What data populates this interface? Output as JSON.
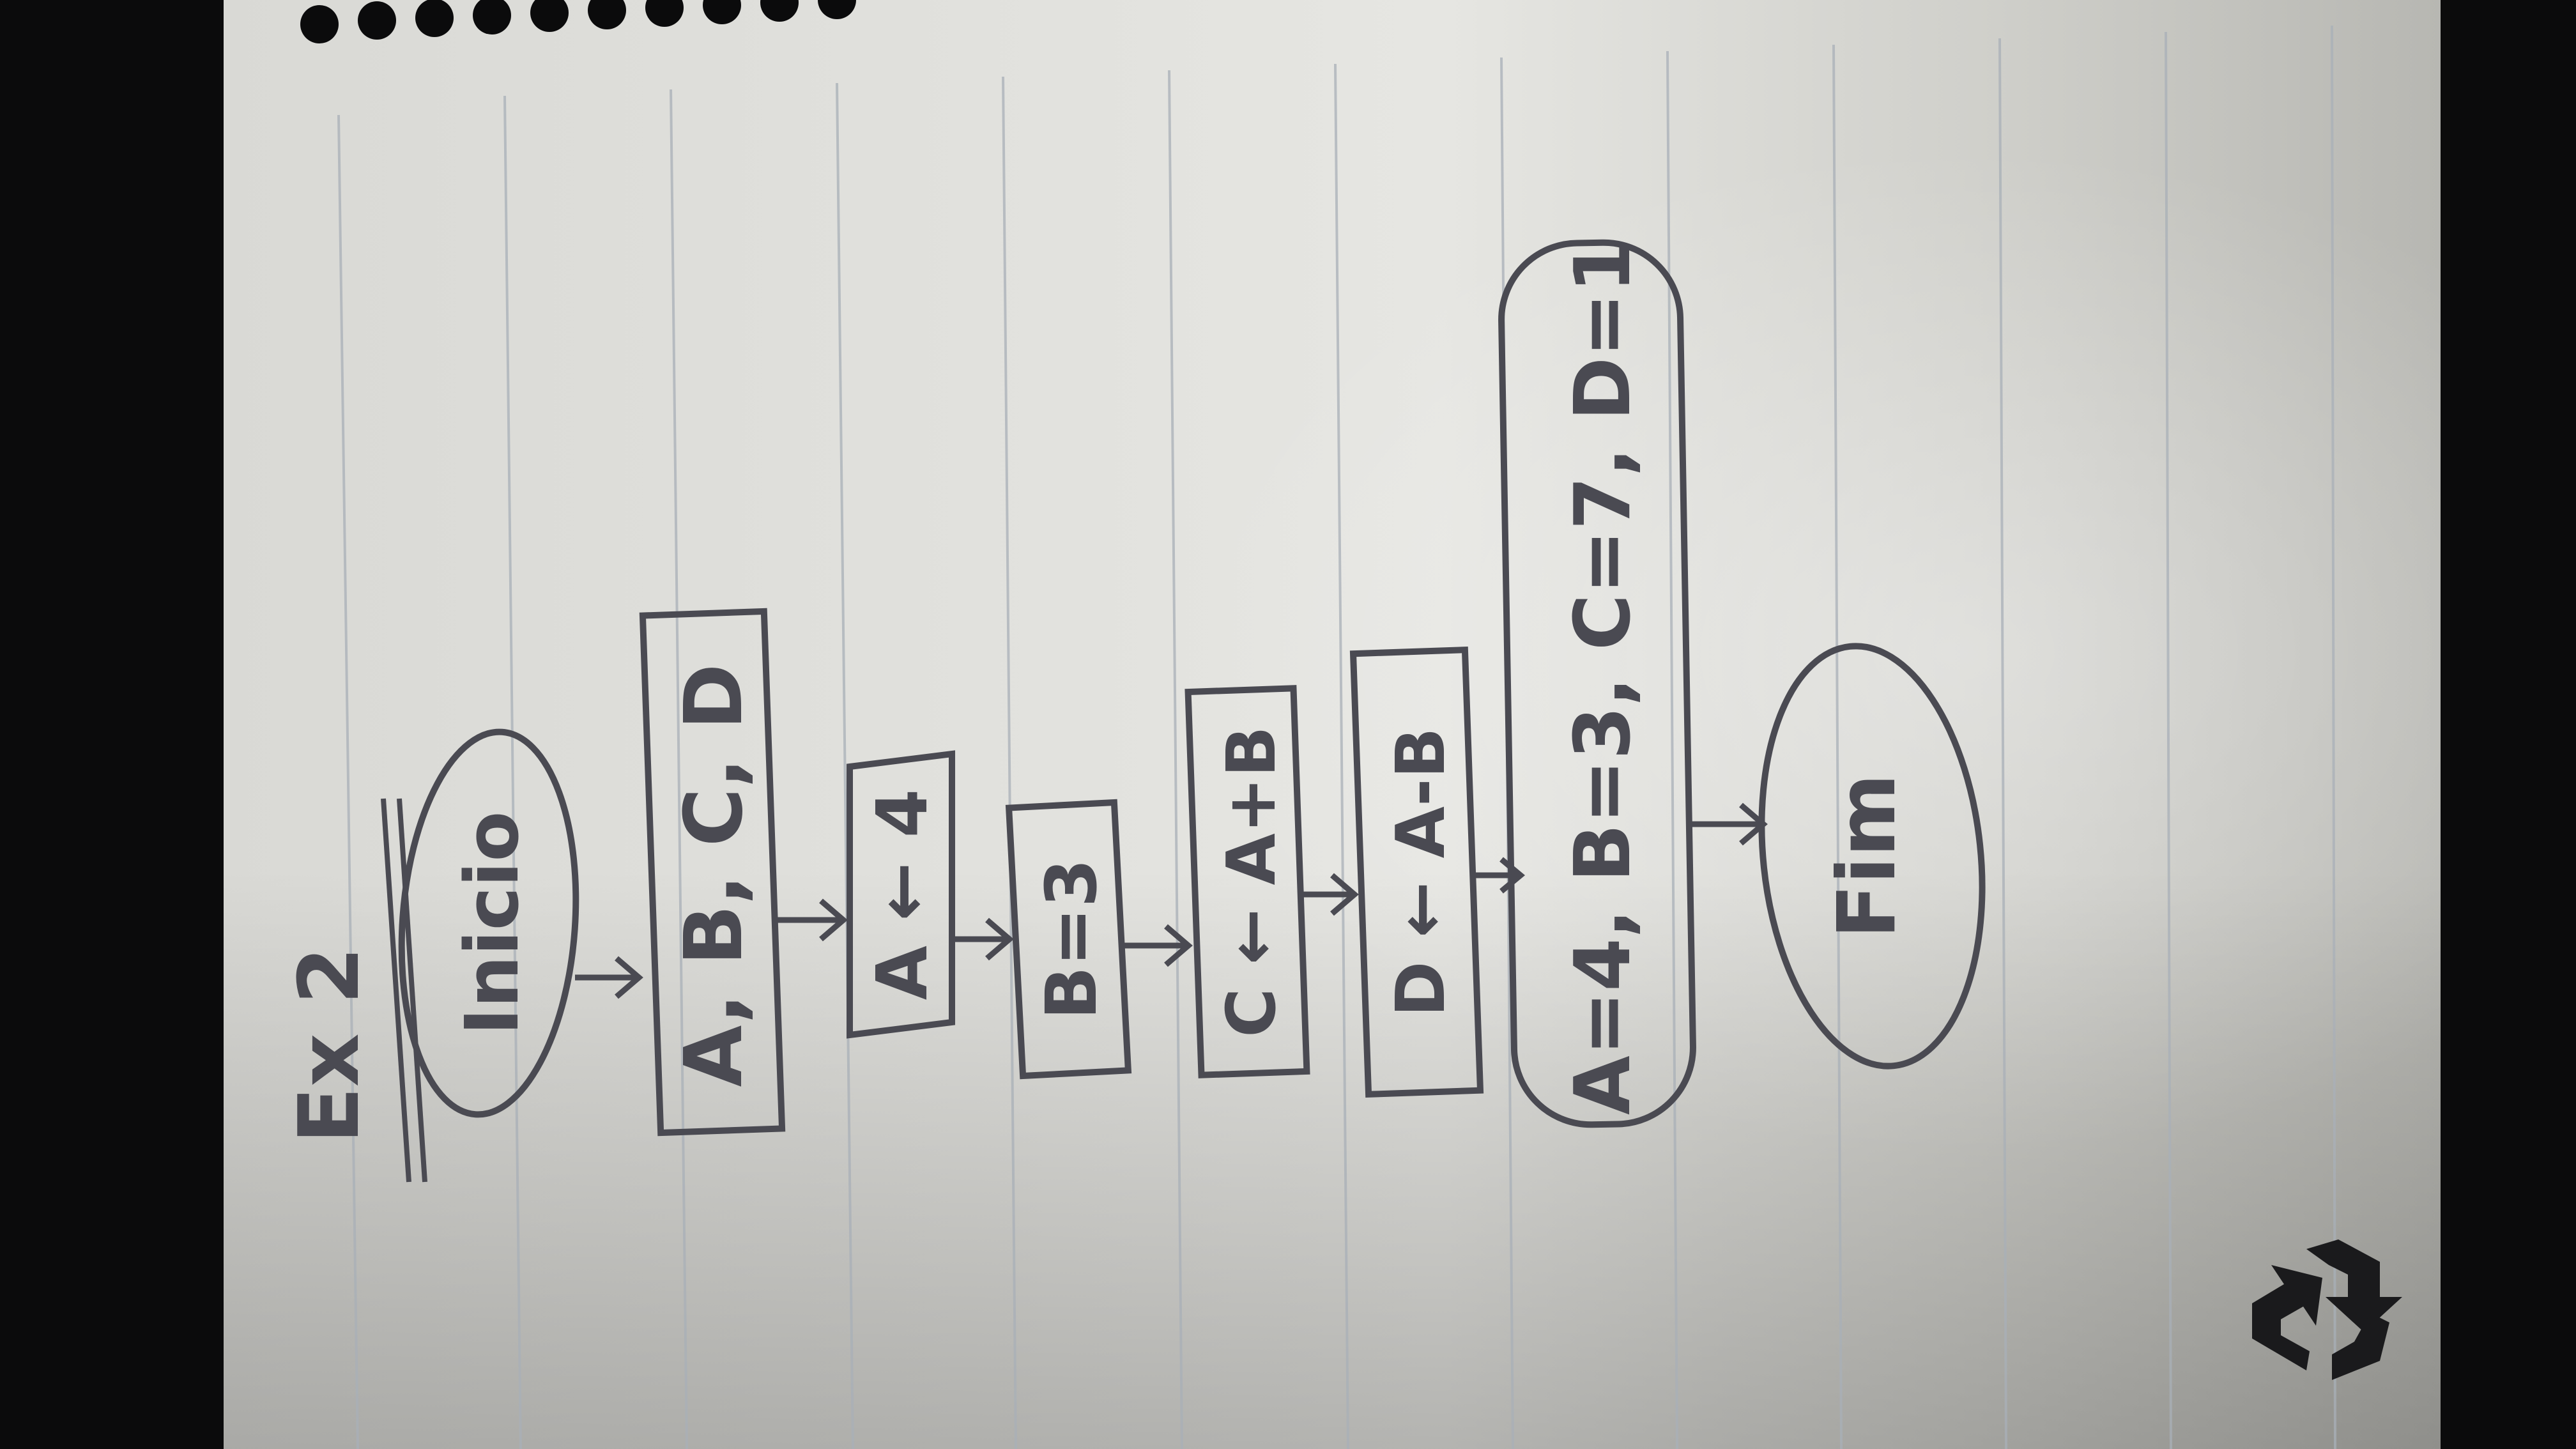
{
  "page": {
    "heading": "Ex 2"
  },
  "flowchart": {
    "start": "Inicio",
    "declare": "A, B, C, D",
    "assign_a": "A ← 4",
    "assign_b": "B=3",
    "assign_c": "C ← A+B",
    "assign_d": "D ← A-B",
    "output": "A=4, B=3, C=7, D=1",
    "end": "Fim"
  },
  "colors": {
    "paper": "#e9e9e6",
    "ink": "#4a4a52",
    "rule_lines": "#a9b0b8",
    "background": "#0b0b0c"
  },
  "icons": {
    "corner_logo": "recycle-icon"
  }
}
